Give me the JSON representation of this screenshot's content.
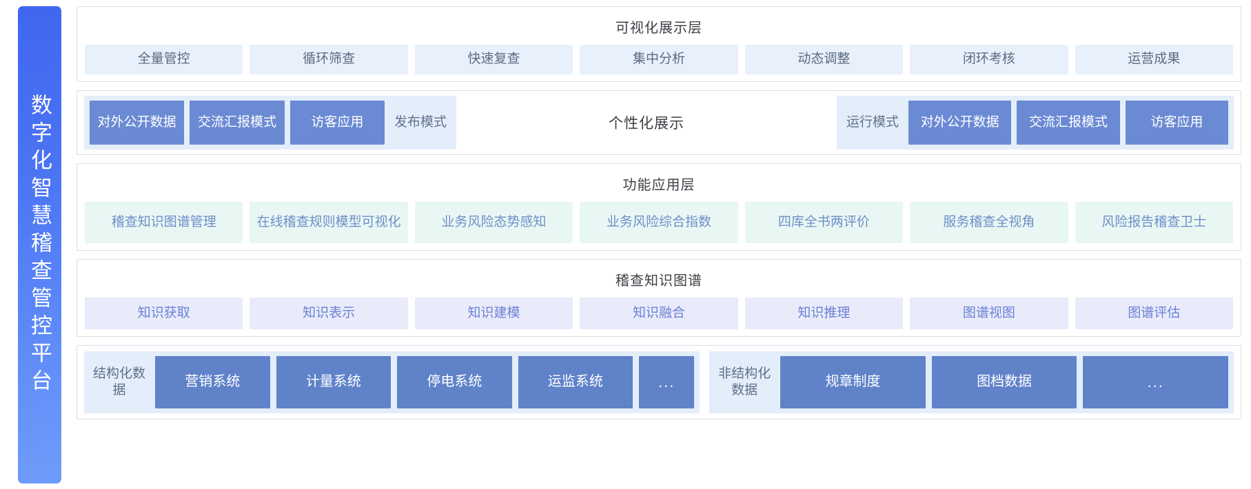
{
  "sidebar": {
    "title": "数字化智慧稽查管控平台"
  },
  "layers": [
    {
      "id": "visualization",
      "title": "可视化展示层",
      "items": [
        "全量管控",
        "循环筛查",
        "快速复查",
        "集中分析",
        "动态调整",
        "闭环考核",
        "运营成果"
      ]
    },
    {
      "id": "presentation-modes",
      "center_label": "个性化展示",
      "left_group": [
        {
          "label": "对外公开数据",
          "style": "solid"
        },
        {
          "label": "交流汇报模式",
          "style": "solid"
        },
        {
          "label": "访客应用",
          "style": "solid"
        },
        {
          "label": "发布模式",
          "style": "plain"
        }
      ],
      "right_group": [
        {
          "label": "运行模式",
          "style": "plain"
        },
        {
          "label": "对外公开数据",
          "style": "solid"
        },
        {
          "label": "交流汇报模式",
          "style": "solid"
        },
        {
          "label": "访客应用",
          "style": "solid"
        }
      ]
    },
    {
      "id": "function-application",
      "title": "功能应用层",
      "items": [
        "稽查知识图谱管理",
        "在线稽查规则模型可视化",
        "业务风险态势感知",
        "业务风险综合指数",
        "四库全书两评价",
        "服务稽查全视角",
        "风险报告稽查卫士"
      ]
    },
    {
      "id": "knowledge-graph",
      "title": "稽查知识图谱",
      "items": [
        "知识获取",
        "知识表示",
        "知识建模",
        "知识融合",
        "知识推理",
        "图谱视图",
        "图谱评估"
      ]
    },
    {
      "id": "data-sources",
      "structured": {
        "label": "结构化数据",
        "items": [
          "营销系统",
          "计量系统",
          "停电系统",
          "运监系统",
          "..."
        ]
      },
      "unstructured": {
        "label": "非结构化数据",
        "items": [
          "规章制度",
          "图档数据",
          "..."
        ]
      }
    }
  ],
  "colors": {
    "brand_gradient_start": "#4066f0",
    "brand_gradient_end": "#6f9cfb",
    "chip_blue_bg": "#e8f1fb",
    "chip_mint_bg": "#e9f7f4",
    "chip_lilac_bg": "#e9ebfb",
    "chip_solid_bg": "#6b8ad4",
    "chip_source_solid_bg": "#5f82c9",
    "tray_bg": "#e4eefa",
    "band_border": "#d8dde4",
    "title_text": "#3c3f45"
  }
}
